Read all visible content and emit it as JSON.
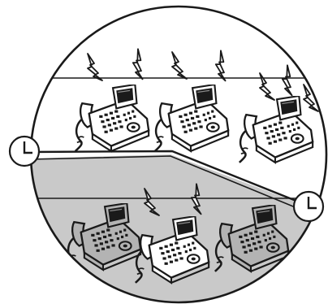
{
  "illustration": {
    "lens_background": "#ffffff",
    "lower_shade": "#c9c9c9",
    "ink": "#1a1a1a",
    "phone_body": "#ffffff",
    "phone_screen": "#1a1a1a",
    "upper_row": {
      "phones": 3,
      "signal_bolts": 7,
      "phone_shading": "white"
    },
    "lower_row": {
      "phones": 3,
      "signal_bolts": 2,
      "phone_shading": "gray",
      "highlighted_phone": 2
    },
    "clock_icons": 2
  }
}
